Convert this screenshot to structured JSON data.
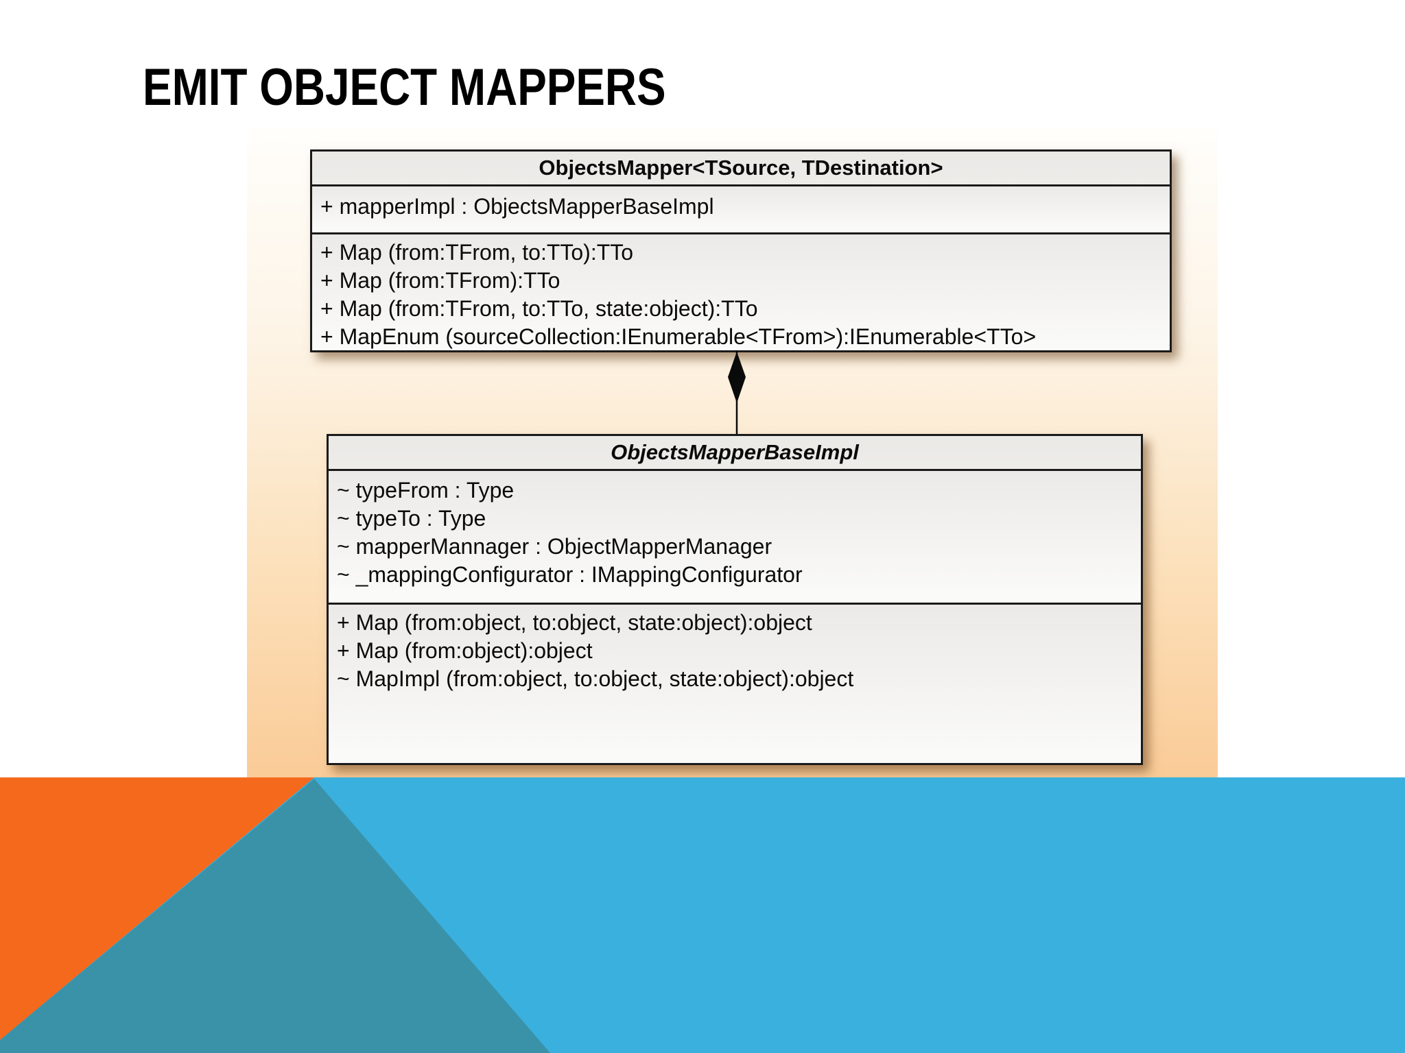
{
  "title": "EMIT OBJECT MAPPERS",
  "colors": {
    "accent_orange": "#f5691d",
    "accent_teal": "#3a92a9",
    "accent_blue": "#3ab0de",
    "panel_peach": "#facb97",
    "box_border": "#1a1a1a"
  },
  "diagram": {
    "classes": [
      {
        "name": "ObjectsMapper<TSource, TDestination>",
        "stereotype": "class",
        "fields": [
          "+ mapperImpl : ObjectsMapperBaseImpl"
        ],
        "methods": [
          "+ Map (from:TFrom, to:TTo):TTo",
          "+ Map (from:TFrom):TTo",
          "+ Map (from:TFrom, to:TTo, state:object):TTo",
          "+ MapEnum (sourceCollection:IEnumerable<TFrom>):IEnumerable<TTo>"
        ]
      },
      {
        "name": "ObjectsMapperBaseImpl",
        "stereotype": "abstract class",
        "fields": [
          "~ typeFrom : Type",
          "~ typeTo : Type",
          "~ mapperMannager : ObjectMapperManager",
          "~ _mappingConfigurator : IMappingConfigurator"
        ],
        "methods": [
          "+ Map (from:object, to:object, state:object):object",
          "+ Map (from:object):object",
          "~ MapImpl (from:object, to:object, state:object):object"
        ]
      }
    ],
    "relationship": {
      "type": "composition",
      "owner": "ObjectsMapper<TSource, TDestination>",
      "part": "ObjectsMapperBaseImpl"
    }
  }
}
